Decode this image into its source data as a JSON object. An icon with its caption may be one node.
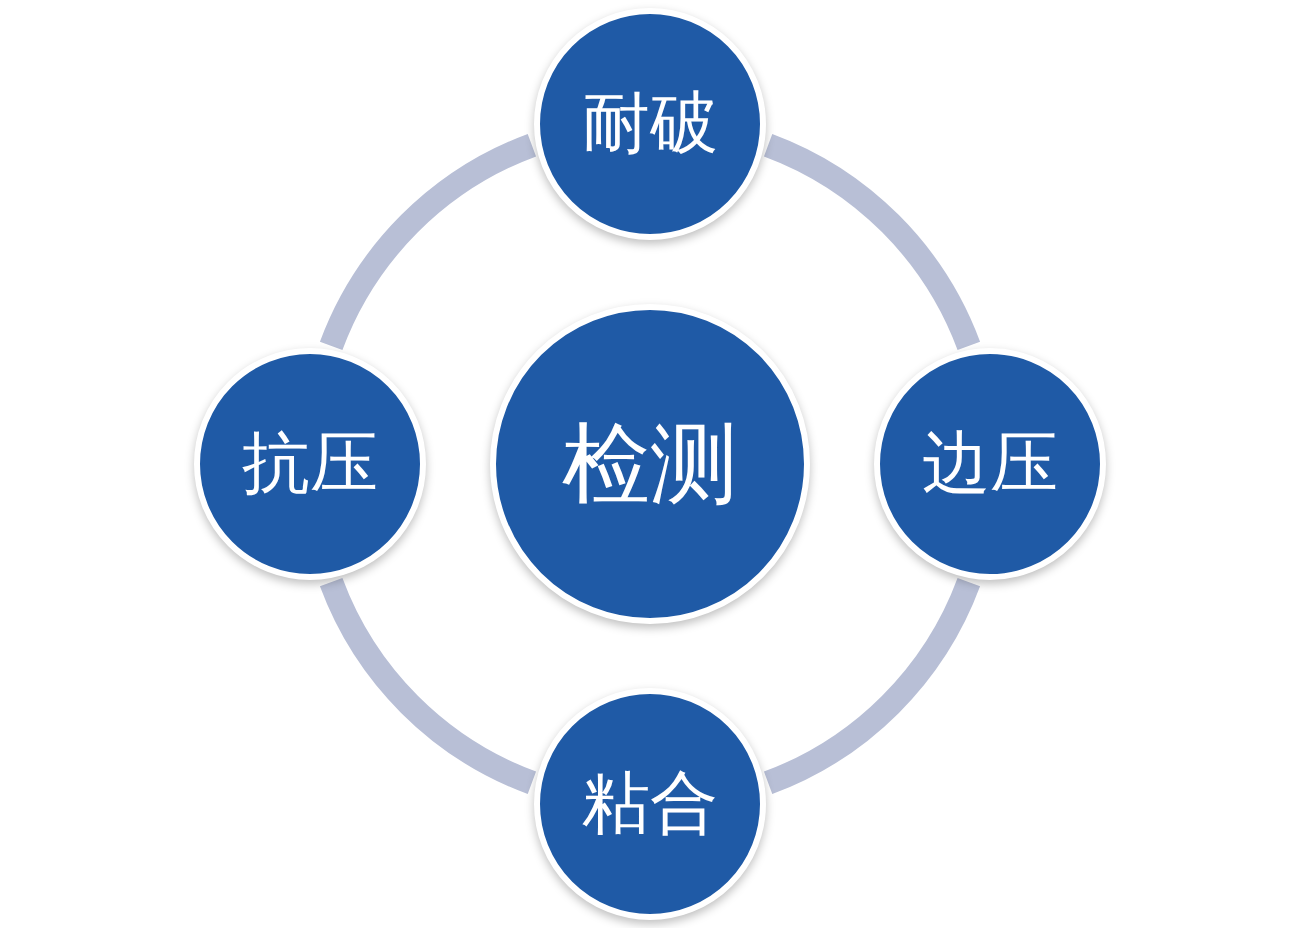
{
  "diagram": {
    "nodes": [
      {
        "text": [
          "耐破"
        ]
      },
      {
        "text": [
          "抗压"
        ]
      },
      {
        "text": [
          "检测"
        ]
      },
      {
        "text": [
          "边压"
        ]
      },
      {
        "text": [
          "粘合"
        ]
      }
    ],
    "edges": [
      {
        "from": 0,
        "to": 3,
        "arrow": "none"
      },
      {
        "from": 3,
        "to": 4,
        "arrow": "none"
      },
      {
        "from": 4,
        "to": 1,
        "arrow": "none"
      },
      {
        "from": 1,
        "to": 0,
        "arrow": "none"
      }
    ]
  }
}
